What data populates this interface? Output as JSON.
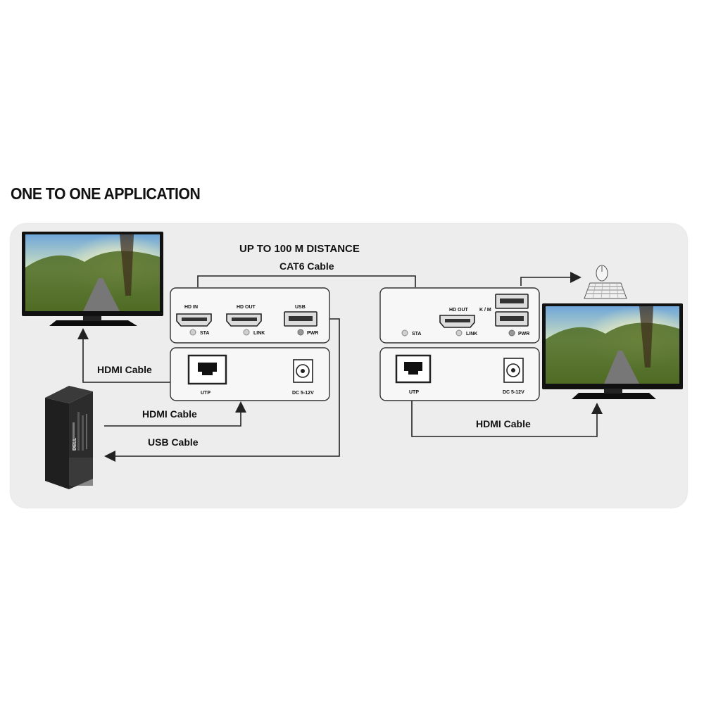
{
  "title": "ONE TO ONE APPLICATION",
  "distance_label": "UP TO 100 M DISTANCE",
  "cat6_label": "CAT6 Cable",
  "cables": {
    "hdmi_to_tv": "HDMI Cable",
    "hdmi_from_pc": "HDMI Cable",
    "usb_to_pc": "USB Cable",
    "hdmi_to_rx_tv": "HDMI Cable"
  },
  "transmitter": {
    "port_hd_in": "HD IN",
    "port_hd_out": "HD OUT",
    "port_usb": "USB",
    "led_sta": "STA",
    "led_link": "LINK",
    "led_pwr": "PWR",
    "port_utp": "UTP",
    "port_dc": "DC 5-12V"
  },
  "receiver": {
    "port_hd_out": "HD OUT",
    "port_km": "K / M",
    "led_sta": "STA",
    "led_link": "LINK",
    "led_pwr": "PWR",
    "port_utp": "UTP",
    "port_dc": "DC 5-12V"
  },
  "pc_brand": "DELL",
  "icons": [
    "tv-icon",
    "pc-tower-icon",
    "mouse-icon",
    "keyboard-icon",
    "hdmi-port-icon",
    "usb-port-icon",
    "rj45-port-icon",
    "dc-jack-icon",
    "led-icon"
  ]
}
